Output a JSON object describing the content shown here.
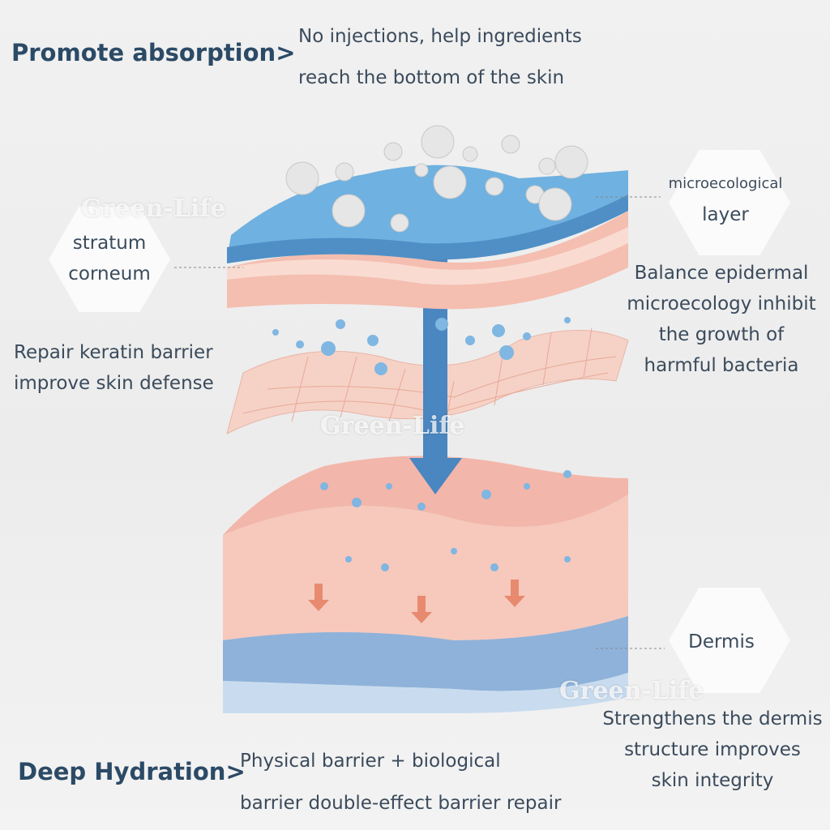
{
  "header": {
    "title": "Promote absorption>",
    "desc_lines": [
      "No injections, help ingredients",
      "reach the bottom of the skin"
    ]
  },
  "labels": {
    "microecological": [
      "microecological",
      "layer"
    ],
    "stratum": [
      "stratum",
      "corneum"
    ],
    "balance": [
      "Balance epidermal",
      "microecology inhibit",
      "the growth of",
      "harmful bacteria"
    ],
    "repair": [
      "Repair keratin barrier",
      "improve skin defense"
    ],
    "dermis": "Dermis",
    "strengthens": [
      "Strengthens the dermis",
      "structure improves",
      "skin integrity"
    ]
  },
  "footer": {
    "title": "Deep Hydration>",
    "desc_lines": [
      "Physical barrier + biological",
      "barrier double-effect barrier repair"
    ]
  },
  "watermark": "Green-Life",
  "colors": {
    "heading": "#2b4a66",
    "layer_blue": "#6fb1e0",
    "skin_pink": "#f5c3b6",
    "arrow": "#4a86c0"
  }
}
